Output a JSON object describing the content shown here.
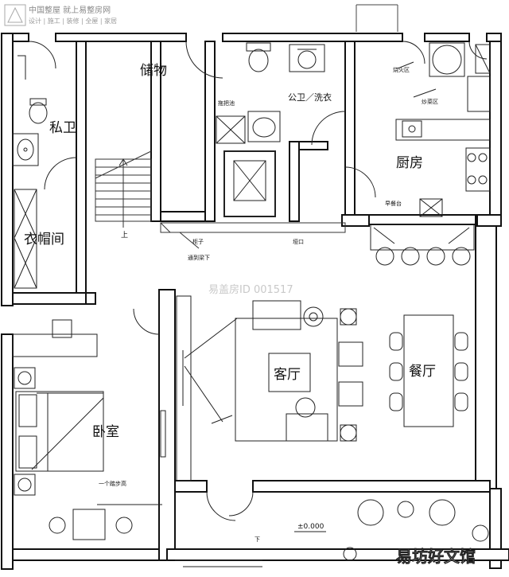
{
  "header": {
    "brand_line": "中国整屋  就上易整房网",
    "brand_tags": "设计 | 施工 | 装修 | 全屋 | 家居"
  },
  "rooms": {
    "storage": "储物",
    "private_bath": "私卫",
    "cloakroom": "衣帽间",
    "public_bath": "公卫／洗衣",
    "kitchen": "厨房",
    "living": "客厅",
    "dining": "餐厅",
    "bedroom": "卧室"
  },
  "annotations": {
    "mop_sink": "拖把池",
    "cabinet": "柜子",
    "cabinet_sub": "通到梁下",
    "fire_zone": "烧火区",
    "stir_fry_zone": "炒菜区",
    "breakfast_bar": "早餐台",
    "pass_opening": "垭口",
    "step_note": "一个踏步高",
    "stair_up": "上",
    "entry_down": "下",
    "elevation": "±0.000"
  },
  "watermarks": {
    "center_id": "易盖房ID 001517",
    "corner": "易坊好文馆"
  }
}
